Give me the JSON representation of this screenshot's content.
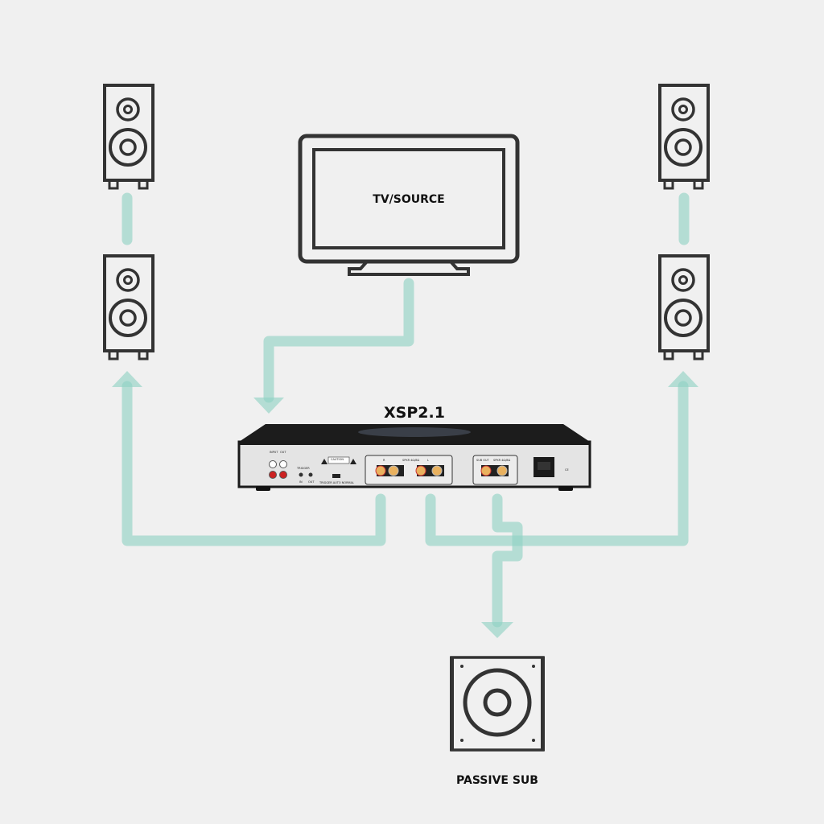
{
  "tv": {
    "label": "TV/SOURCE"
  },
  "amplifier": {
    "label": "XSP2.1",
    "panel_labels": {
      "input": "INPUT",
      "out": "OUT",
      "trigger": "TRIGGER",
      "trigger_in": "IN",
      "trigger_out": "OUT",
      "caution": "CAUTION",
      "speaker_out": "SPKR 4Ω/8Ω",
      "right": "R",
      "left": "L",
      "sub_out": "SUB OUT",
      "sub_spkr": "SPKR 4Ω/8Ω",
      "switch": "TRIGGER  AUTO  NORMAL",
      "ce": "CE"
    }
  },
  "subwoofer": {
    "label": "PASSIVE SUB"
  },
  "colors": {
    "background": "#f0f0f0",
    "wire": "#8fd2c3",
    "icon_stroke": "#333333"
  }
}
